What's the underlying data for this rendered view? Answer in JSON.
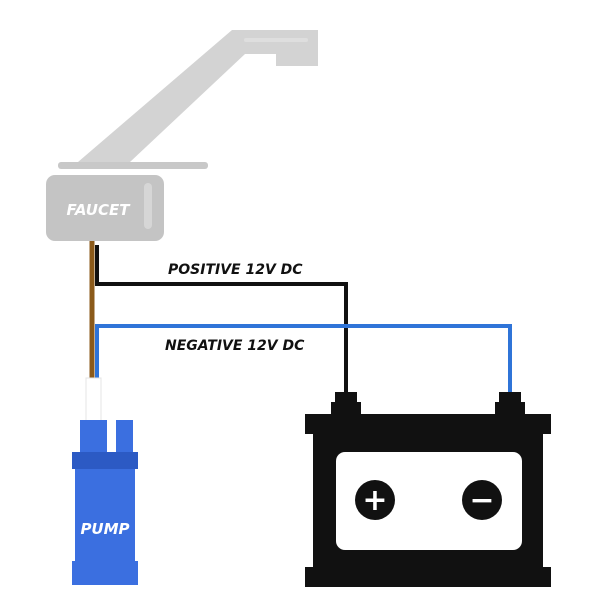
{
  "labels": {
    "faucet": "FAUCET",
    "positive_wire": "POSITIVE 12V DC",
    "negative_wire": "NEGATIVE 12V DC",
    "pump": "PUMP",
    "battery_plus": "+",
    "battery_minus": "−"
  },
  "colors": {
    "faucet": "#cfcfcf",
    "faucet_body": "#c2c2c2",
    "faucet_label": "#ffffff",
    "brown_wire": "#8b5a1a",
    "positive_wire": "#111111",
    "negative_wire": "#2f74d8",
    "pump": "#3b6fe0",
    "pump_dark": "#2c5ac4",
    "battery": "#111111",
    "battery_face": "#ffffff"
  },
  "icons": {
    "faucet": "faucet-icon",
    "pump": "pump-icon",
    "battery": "battery-icon"
  }
}
